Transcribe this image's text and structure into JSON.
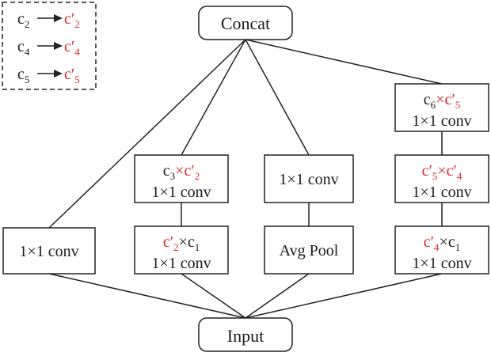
{
  "colors": {
    "highlight": "#e0262a",
    "line": "#222222",
    "text": "#1a1a1a"
  },
  "top_node": "Concat",
  "bottom_node": "Input",
  "legend": [
    {
      "from_base": "c",
      "from_sub": "2",
      "to_base": "c′",
      "to_sub": "2"
    },
    {
      "from_base": "c",
      "from_sub": "4",
      "to_base": "c′",
      "to_sub": "4"
    },
    {
      "from_base": "c",
      "from_sub": "5",
      "to_base": "c′",
      "to_sub": "5"
    }
  ],
  "branch1": {
    "conv": "1×1 conv"
  },
  "branch2": {
    "upper": {
      "a_base": "c",
      "a_sub": "3",
      "times": "×",
      "b_base": "c′",
      "b_sub": "2",
      "label": "1×1 conv"
    },
    "lower": {
      "a_base": "c′",
      "a_sub": "2",
      "times": "×",
      "b_base": "c",
      "b_sub": "1",
      "label": "1×1 conv"
    }
  },
  "branch3": {
    "upper": "1×1 conv",
    "lower": "Avg Pool"
  },
  "branch4": {
    "top": {
      "a_base": "c",
      "a_sub": "6",
      "times": "×",
      "b_base": "c′",
      "b_sub": "5",
      "label": "1×1 conv"
    },
    "middle": {
      "a_base": "c′",
      "a_sub": "5",
      "times": "×",
      "b_base": "c′",
      "b_sub": "4",
      "label": "1×1 conv"
    },
    "bottom": {
      "a_base": "c′",
      "a_sub": "4",
      "times": "×",
      "b_base": "c",
      "b_sub": "1",
      "label": "1×1 conv"
    }
  }
}
